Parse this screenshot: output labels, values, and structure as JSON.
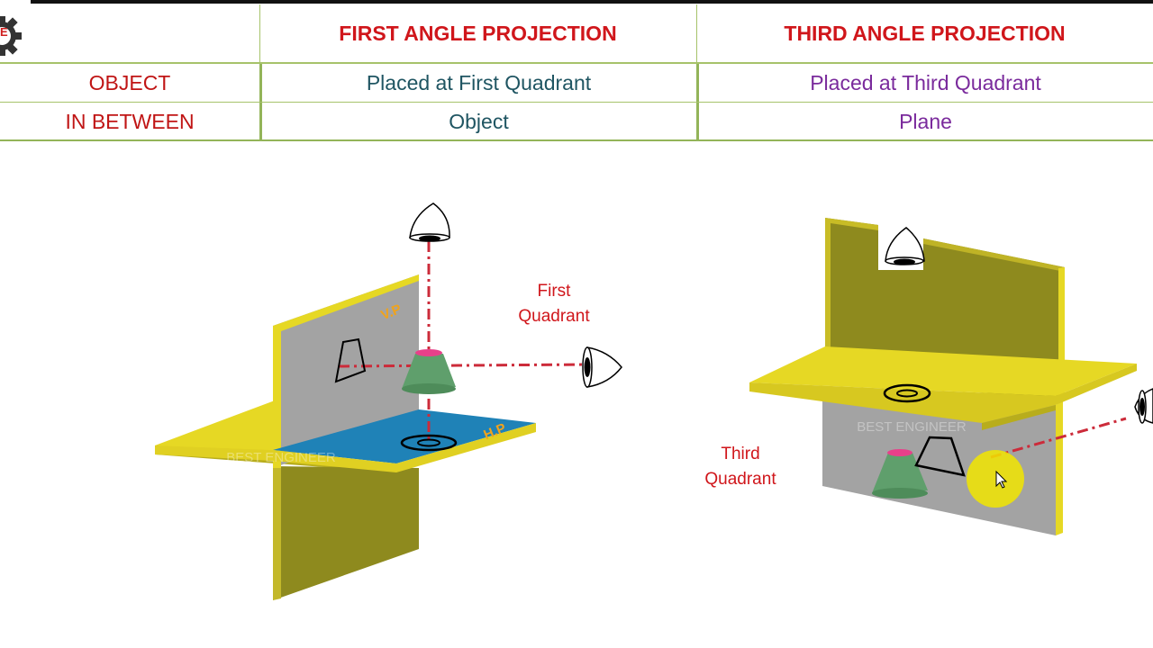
{
  "table": {
    "header": {
      "first": "FIRST ANGLE PROJECTION",
      "third": "THIRD ANGLE PROJECTION"
    },
    "rows": [
      {
        "label": "OBJECT",
        "first": "Placed at First Quadrant",
        "third": "Placed at Third Quadrant"
      },
      {
        "label": "IN BETWEEN",
        "first": "Object",
        "third": "Plane"
      }
    ]
  },
  "diagram": {
    "first_angle": {
      "vp_label": "V.P",
      "hp_label": "H.P",
      "quadrant_label": [
        "First",
        "Quadrant"
      ],
      "watermark": "BEST ENGINEER"
    },
    "third_angle": {
      "quadrant_label": [
        "Third",
        "Quadrant"
      ],
      "watermark": "BEST ENGINEER"
    }
  },
  "logo": {
    "letter": "E"
  },
  "colors": {
    "plane_yellow": "#e6d824",
    "plane_olive": "#8e8a1e",
    "plane_gray": "#a3a3a3",
    "plane_blue": "#1f82b7",
    "cone_green": "#5f9f6c",
    "cone_top": "#e8408a",
    "projector_red": "#cc2b3a",
    "label_red": "#d0161b",
    "label_orange": "#f0a31c"
  }
}
